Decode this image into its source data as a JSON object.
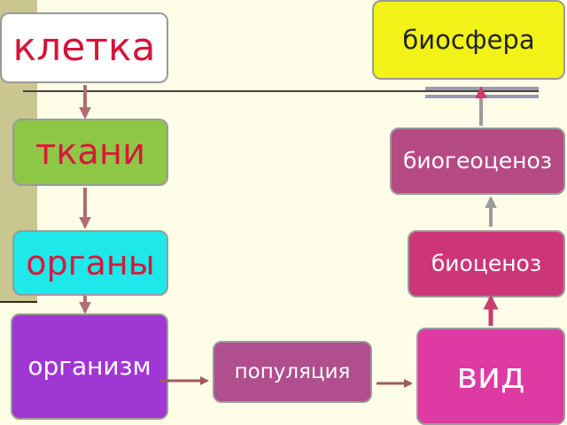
{
  "nodes": {
    "cell": "клетка",
    "tissues": "ткани",
    "organs": "органы",
    "organism": "организм",
    "population": "популяция",
    "species": "вид",
    "biocenosis": "биоценоз",
    "biogeocenosis": "биогеоценоз",
    "biosphere": "биосфера"
  },
  "colors": {
    "arrow_down": "#b06d73",
    "arrow_right": "#a05a60",
    "arrow_up_light": "#9c9c9c",
    "arrow_up_pink": "#c83c6e"
  }
}
